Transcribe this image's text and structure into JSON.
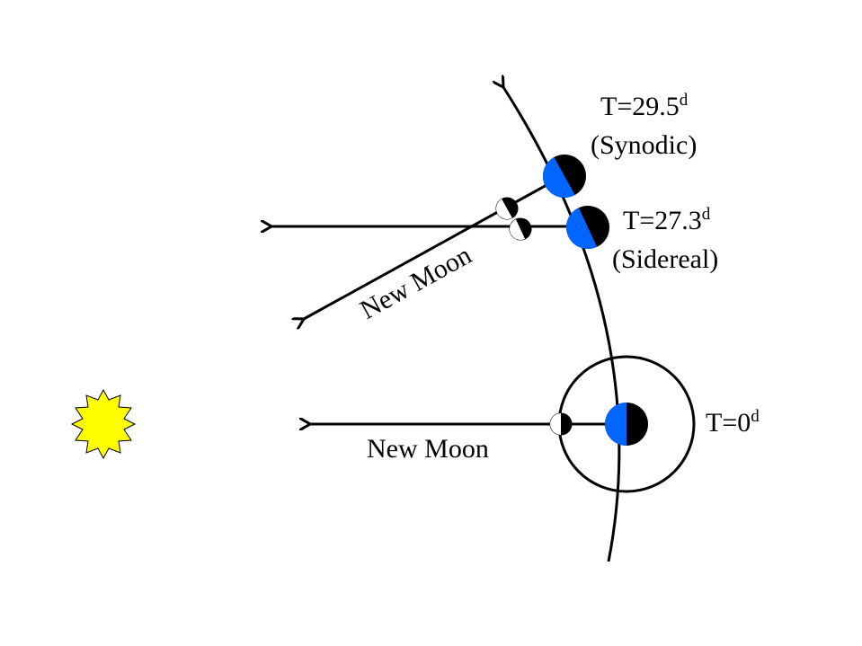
{
  "labels": {
    "synodic_time": "T=29.5",
    "synodic_time_unit": "d",
    "synodic_name": "(Synodic)",
    "sidereal_time": "T=27.3",
    "sidereal_time_unit": "d",
    "sidereal_name": "(Sidereal)",
    "start_time": "T=0",
    "start_time_unit": "d",
    "new_moon_diagonal": "New Moon",
    "new_moon_horizontal": "New Moon"
  },
  "colors": {
    "sun": "#ffff00",
    "earth_day": "#0066ff",
    "shadow": "#000000"
  }
}
